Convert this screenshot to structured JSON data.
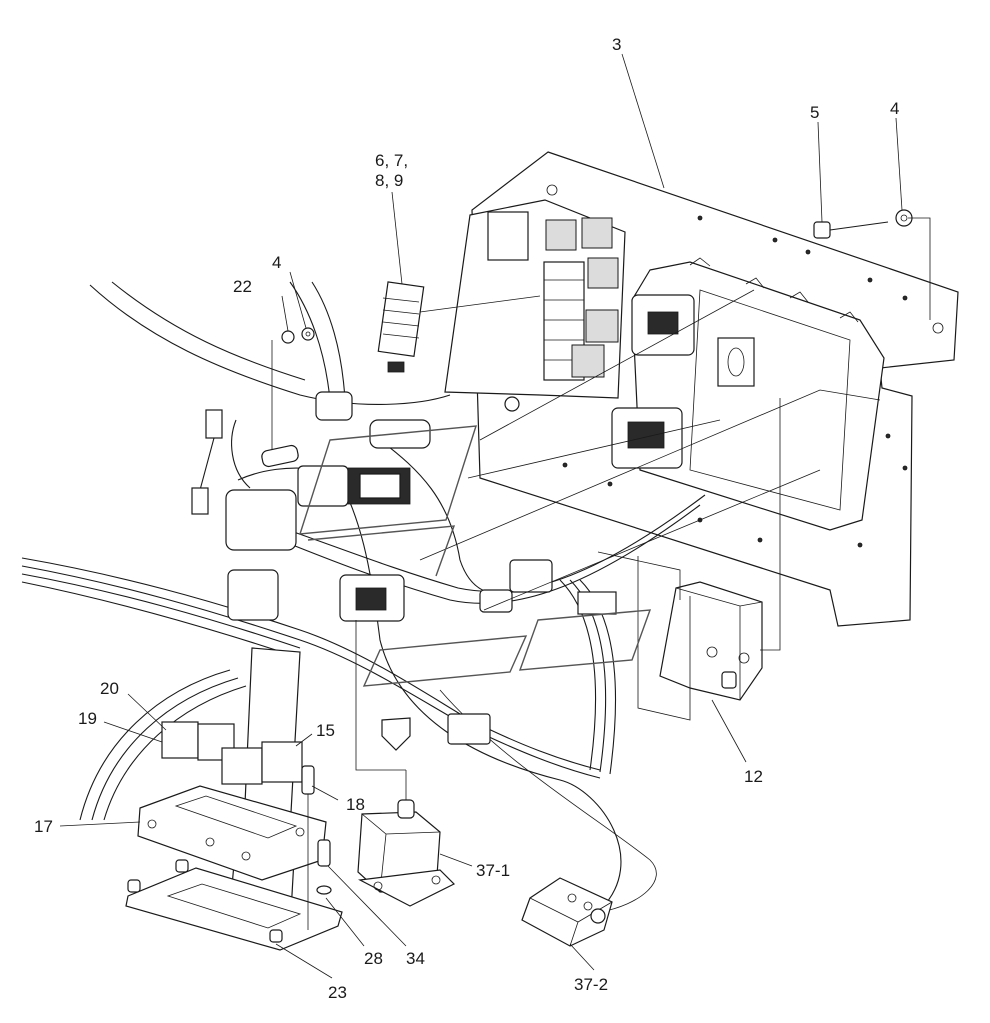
{
  "callouts": [
    {
      "id": "c3",
      "text": "3"
    },
    {
      "id": "c5",
      "text": "5"
    },
    {
      "id": "c4a",
      "text": "4"
    },
    {
      "id": "c6789a",
      "text": "6, 7,"
    },
    {
      "id": "c6789b",
      "text": "8, 9"
    },
    {
      "id": "c4b",
      "text": "4"
    },
    {
      "id": "c22",
      "text": "22"
    },
    {
      "id": "c20",
      "text": "20"
    },
    {
      "id": "c19",
      "text": "19"
    },
    {
      "id": "c15",
      "text": "15"
    },
    {
      "id": "c18",
      "text": "18"
    },
    {
      "id": "c17",
      "text": "17"
    },
    {
      "id": "c12",
      "text": "12"
    },
    {
      "id": "c371",
      "text": "37-1"
    },
    {
      "id": "c28",
      "text": "28"
    },
    {
      "id": "c34",
      "text": "34"
    },
    {
      "id": "c23",
      "text": "23"
    },
    {
      "id": "c372",
      "text": "37-2"
    }
  ]
}
